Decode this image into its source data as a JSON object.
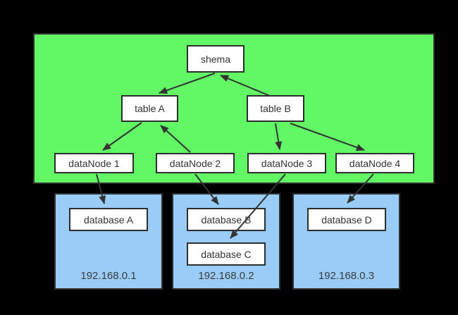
{
  "diagram": {
    "title": "sharding schema-to-database mapping diagram",
    "nodes": {
      "shema": {
        "label": "shema"
      },
      "tableA": {
        "label": "table A"
      },
      "tableB": {
        "label": "table B"
      },
      "dataNode1": {
        "label": "dataNode 1"
      },
      "dataNode2": {
        "label": "dataNode 2"
      },
      "dataNode3": {
        "label": "dataNode 3"
      },
      "dataNode4": {
        "label": "dataNode 4"
      },
      "databaseA": {
        "label": "database A"
      },
      "databaseB": {
        "label": "database B"
      },
      "databaseC": {
        "label": "database C"
      },
      "databaseD": {
        "label": "database D"
      }
    },
    "hosts": [
      {
        "ip": "192.168.0.1",
        "databases": [
          "database A"
        ]
      },
      {
        "ip": "192.168.0.2",
        "databases": [
          "database B",
          "database C"
        ]
      },
      {
        "ip": "192.168.0.3",
        "databases": [
          "database D"
        ]
      }
    ],
    "edges": [
      {
        "from": "shema",
        "to": "tableA"
      },
      {
        "from": "tableB",
        "to": "shema"
      },
      {
        "from": "tableA",
        "to": "dataNode1"
      },
      {
        "from": "dataNode2",
        "to": "tableA"
      },
      {
        "from": "tableB",
        "to": "dataNode3"
      },
      {
        "from": "tableB",
        "to": "dataNode4"
      },
      {
        "from": "dataNode1",
        "to": "databaseA"
      },
      {
        "from": "dataNode2",
        "to": "databaseB"
      },
      {
        "from": "dataNode3",
        "to": "databaseC"
      },
      {
        "from": "dataNode4",
        "to": "databaseD"
      }
    ],
    "colors": {
      "background": "#000000",
      "cluster_fill": "#62f765",
      "host_fill": "#9accf8",
      "node_fill": "#ffffff",
      "border": "#2e2e2e",
      "arrow": "#333333",
      "text": "#333333"
    }
  }
}
